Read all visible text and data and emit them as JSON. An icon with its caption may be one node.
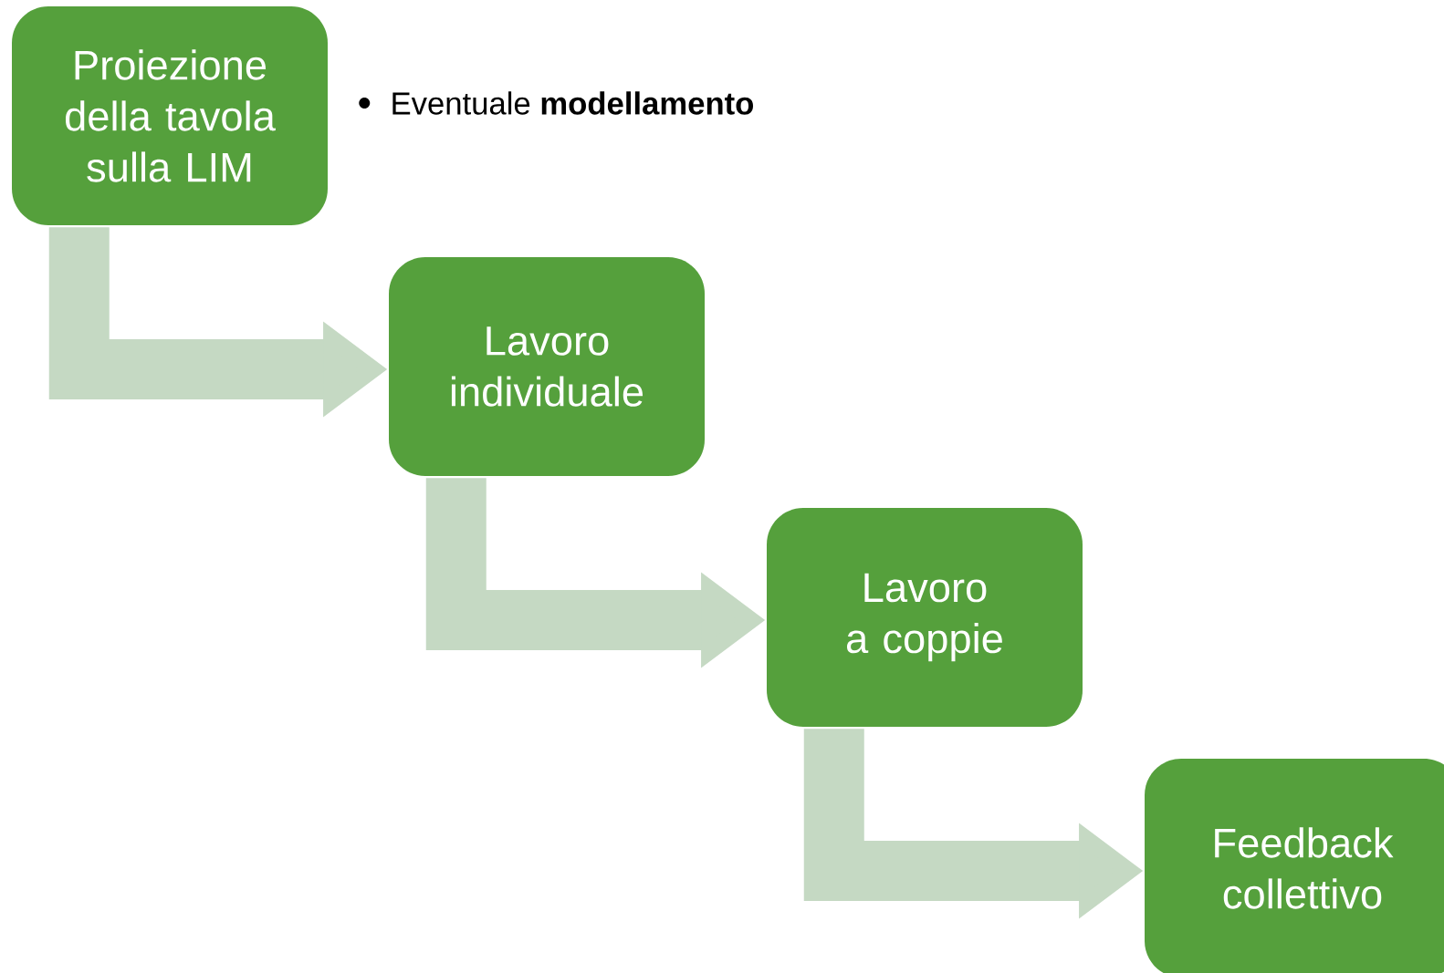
{
  "diagram": {
    "nodes": [
      {
        "text": [
          "Proiezione della tavola sulla LIM"
        ],
        "beside": [
          "Eventuale **modellamento**"
        ]
      },
      {
        "text": [
          "Lavoro individuale"
        ]
      },
      {
        "text": [
          "Lavoro a coppie"
        ]
      },
      {
        "text": [
          "Feedback collettivo"
        ]
      }
    ],
    "edges": [
      {
        "from": 0,
        "to": 1,
        "arrow": "to"
      },
      {
        "from": 1,
        "to": 2,
        "arrow": "to"
      },
      {
        "from": 2,
        "to": 3,
        "arrow": "to"
      }
    ]
  }
}
